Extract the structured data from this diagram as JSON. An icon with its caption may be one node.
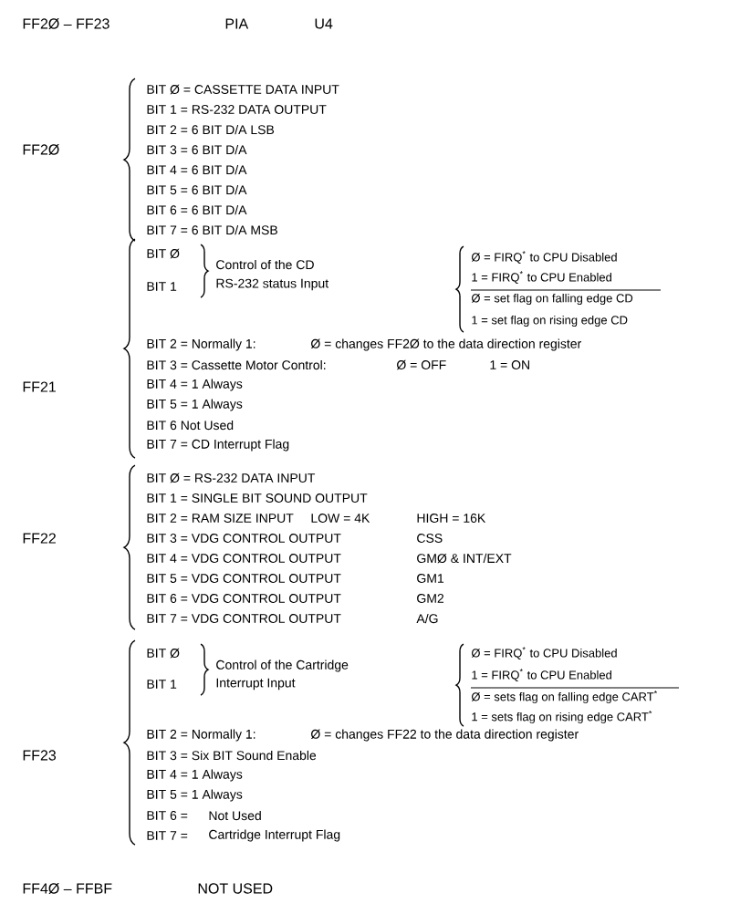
{
  "diagram": {
    "labels": [
      "FF2Ø – FF23",
      "PIA",
      "U4",
      "FF2Ø",
      "BIT Ø = CASSETTE DATA INPUT",
      "BIT 1 = RS-232 DATA OUTPUT",
      "BIT 2 = 6 BIT D/A LSB",
      "BIT 3 = 6 BIT D/A",
      "BIT 4 = 6 BIT D/A",
      "BIT 5 = 6 BIT D/A",
      "BIT 6 = 6 BIT D/A",
      "BIT 7 = 6 BIT D/A MSB",
      "FF21",
      "BIT Ø",
      "BIT 1",
      "Control of the CD",
      "RS-232 status Input",
      "Ø = FIRQ$^{*}$ to CPU Disabled",
      "1 = FIRQ$^{*}$ to CPU Enabled",
      "Ø = set flag on falling edge CD",
      "1 = set flag on rising edge CD",
      "BIT 2 = Normally 1:",
      "Ø = changes FF2Ø to the data direction register",
      "BIT 3 = Cassette Motor Control:",
      "Ø = OFF",
      "1 = ON",
      "BIT 4 = 1  Always",
      "BIT 5 = 1  Always",
      "BIT 6   Not Used",
      "BIT 7 = CD Interrupt Flag",
      "FF22",
      "BIT Ø = RS-232 DATA INPUT",
      "BIT 1 = SINGLE BIT SOUND OUTPUT",
      "BIT 2 = RAM SIZE INPUT",
      "LOW = 4K",
      "HIGH = 16K",
      "BIT 3 = VDG CONTROL OUTPUT",
      "CSS",
      "BIT 4 = VDG CONTROL OUTPUT",
      "GMØ & INT/EXT",
      "BIT 5 = VDG CONTROL OUTPUT",
      "GM1",
      "BIT 6 = VDG CONTROL OUTPUT",
      "GM2",
      "BIT 7 = VDG CONTROL OUTPUT",
      "A/G",
      "FF23",
      "BIT Ø",
      "BIT 1",
      "Control of the Cartridge",
      "Interrupt Input",
      "Ø = FIRQ$^{*}$ to CPU Disabled",
      "1 = FIRQ$^{*}$ to CPU Enabled",
      "Ø = sets flag on falling edge CART$^{*}$",
      "1 = sets flag on rising edge CART$^{*}$",
      "BIT 2  = Normally 1:",
      "Ø = changes FF22 to the data direction register",
      "BIT 3 = Six BIT Sound Enable",
      "BIT 4 = 1  Always",
      "BIT 5 = 1  Always",
      "BIT 6 =",
      "Not Used",
      "BIT 7 =",
      "Cartridge Interrupt Flag",
      "FF4Ø – FFBF",
      "NOT USED"
    ]
  }
}
